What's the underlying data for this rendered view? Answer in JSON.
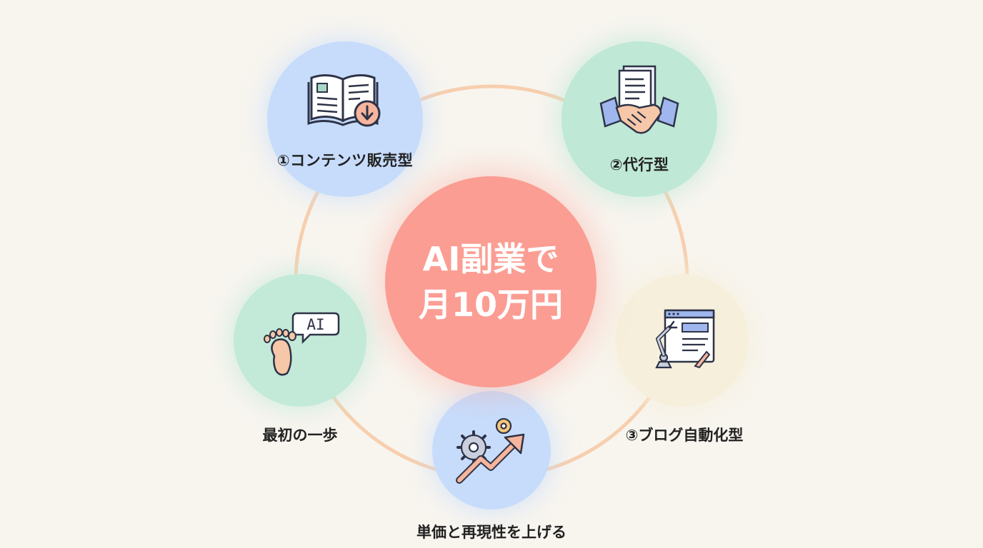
{
  "center": {
    "line1": "AI副業で",
    "line2": "月10万円"
  },
  "nodes": {
    "content_sales": {
      "label": "①コンテンツ販売型",
      "icon": "book-download-icon",
      "color": "#c7dcfb"
    },
    "agency": {
      "label": "②代行型",
      "icon": "handshake-document-icon",
      "color": "#bfe8d7"
    },
    "blog_automation": {
      "label": "③ブログ自動化型",
      "icon": "robot-arm-webpage-icon",
      "color": "#f6efdc"
    },
    "growth": {
      "label": "単価と再現性を上げる",
      "icon": "gears-growth-arrow-icon",
      "color": "#c7dcfb"
    },
    "first_step": {
      "label": "最初の一歩",
      "icon": "footprint-ai-icon",
      "color": "#c3ead8"
    }
  },
  "icon_text": {
    "ai_bubble": "AI"
  },
  "colors": {
    "ring": "#f7cfae",
    "center": "#fb9d93",
    "background": "#f8f5ef"
  }
}
